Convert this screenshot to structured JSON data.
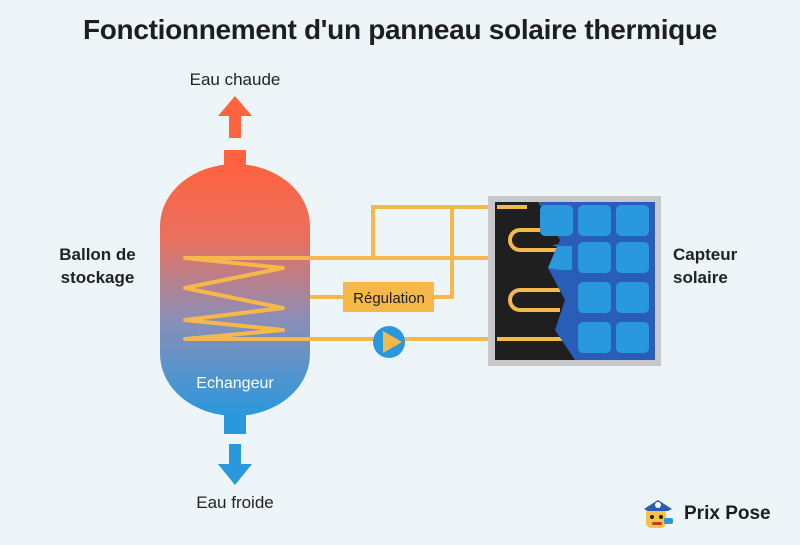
{
  "title": "Fonctionnement d'un panneau solaire thermique",
  "labels": {
    "hot_water": "Eau chaude",
    "cold_water": "Eau froide",
    "tank_line1": "Ballon de",
    "tank_line2": "stockage",
    "collector_line1": "Capteur",
    "collector_line2": "solaire",
    "exchanger": "Echangeur",
    "regulation": "Régulation"
  },
  "brand": {
    "name": "Prix Pose"
  },
  "colors": {
    "hot": "#ff6340",
    "cold": "#2a98dc",
    "pipe": "#f7b84b",
    "panel_cell": "#2a98dc",
    "panel_back": "#1f1f1f",
    "panel_frame": "#c8c8c8"
  },
  "icons": {
    "pump": "pump-icon",
    "hot_arrow": "arrow-up-icon",
    "cold_arrow": "arrow-down-icon",
    "logo": "mascot-logo-icon"
  }
}
